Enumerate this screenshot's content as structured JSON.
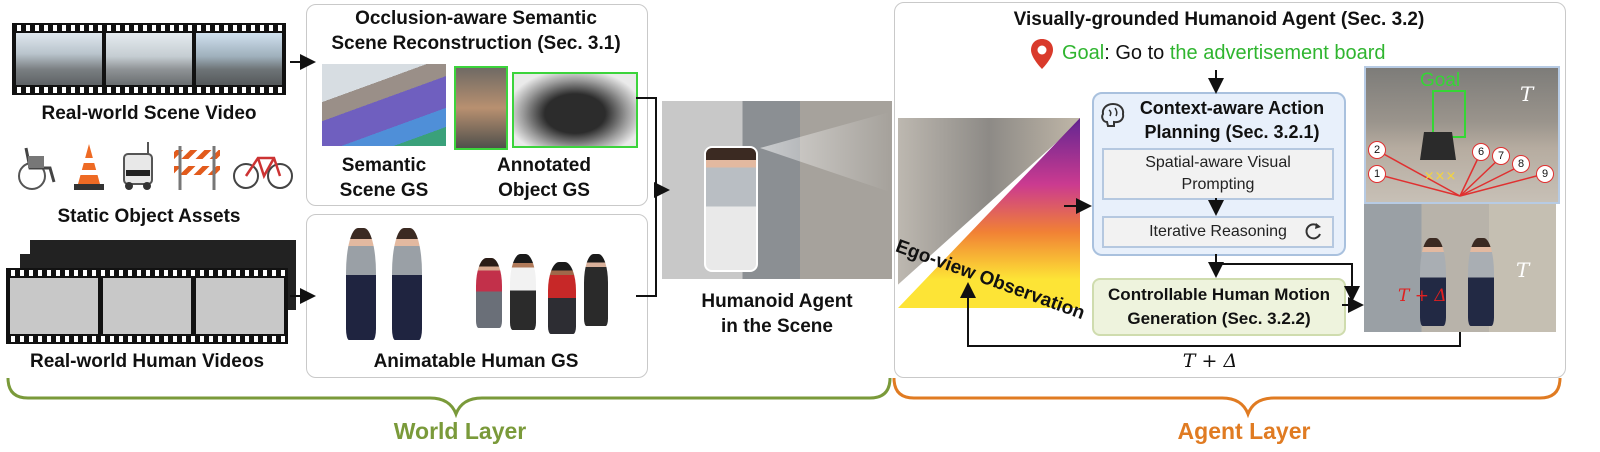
{
  "world": {
    "scene_video_label": "Real-world Scene Video",
    "object_assets_label": "Static Object Assets",
    "human_videos_label": "Real-world Human Videos",
    "reconstruction_title_1": "Occlusion-aware Semantic",
    "reconstruction_title_2": "Scene Reconstruction (Sec. 3.1)",
    "semantic_gs_1": "Semantic",
    "semantic_gs_2": "Scene GS",
    "annotated_gs_1": "Annotated",
    "annotated_gs_2": "Object GS",
    "animatable_label": "Animatable Human GS",
    "humanoid_1": "Humanoid Agent",
    "humanoid_2": "in the Scene",
    "layer_label": "World Layer",
    "layer_color": "#7a9a3a"
  },
  "agent": {
    "title": "Visually-grounded Humanoid Agent (Sec. 3.2)",
    "goal_word": "Goal",
    "goal_mid": ": Go to ",
    "goal_target": "the advertisement board",
    "goal_color": "#2fb52f",
    "pin_color": "#d93a2b",
    "planning_1": "Context-aware Action",
    "planning_2": "Planning (Sec. 3.2.1)",
    "prompting_1": "Spatial-aware Visual",
    "prompting_2": "Prompting",
    "reasoning": "Iterative Reasoning",
    "motion_1": "Controllable Human Motion",
    "motion_2": "Generation (Sec. 3.2.2)",
    "ego_label": "Ego-view Observation",
    "time_label": "T + Δ",
    "goal_tag": "Goal",
    "t_tag": "T",
    "t2_tag": "T",
    "td_tag": "T + Δ",
    "markers": [
      "1",
      "2",
      "6",
      "7",
      "8",
      "9"
    ],
    "layer_label": "Agent Layer",
    "layer_color": "#e07b22"
  }
}
